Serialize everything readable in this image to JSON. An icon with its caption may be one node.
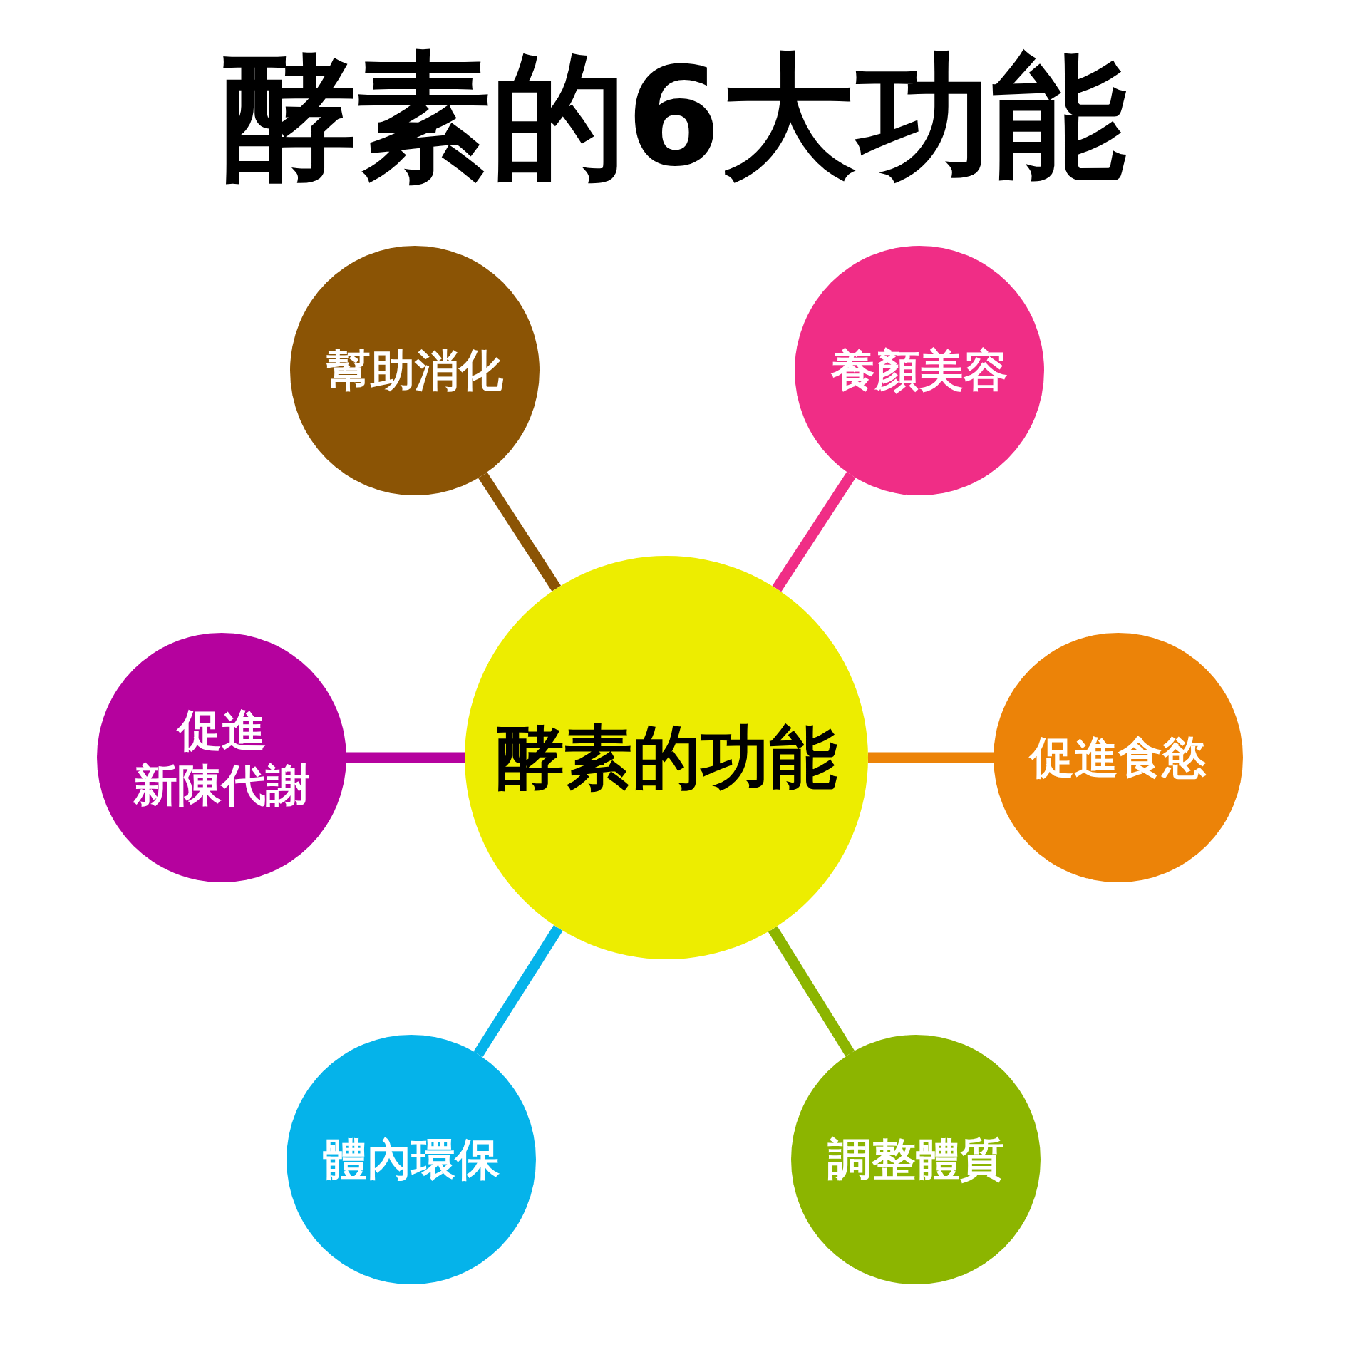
{
  "diagram": {
    "title": "酵素的6大功能",
    "nodes": [
      {
        "text": [
          "幫助消化"
        ]
      },
      {
        "text": [
          "養顏美容"
        ]
      },
      {
        "text": [
          "促進新陳代謝"
        ]
      },
      {
        "text": [
          "酵素的功能"
        ]
      },
      {
        "text": [
          "促進食慾"
        ]
      },
      {
        "text": [
          "體內環保"
        ]
      },
      {
        "text": [
          "調整體質"
        ]
      }
    ],
    "edges": [
      {
        "from": 3,
        "to": 0,
        "arrow": "none",
        "color": "#8b5405"
      },
      {
        "from": 3,
        "to": 1,
        "arrow": "none",
        "color": "#f02d86"
      },
      {
        "from": 3,
        "to": 2,
        "arrow": "none",
        "color": "#b5029e"
      },
      {
        "from": 3,
        "to": 4,
        "arrow": "none",
        "color": "#ec8308"
      },
      {
        "from": 3,
        "to": 5,
        "arrow": "none",
        "color": "#05b3ea"
      },
      {
        "from": 3,
        "to": 6,
        "arrow": "none",
        "color": "#8cb500"
      }
    ]
  }
}
